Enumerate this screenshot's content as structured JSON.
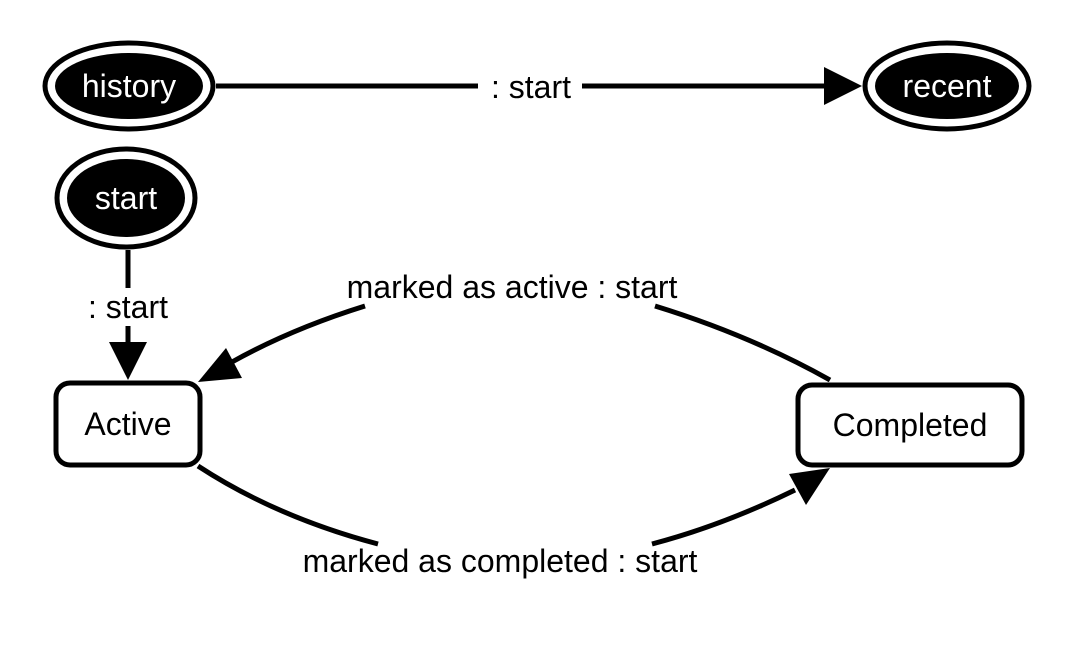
{
  "colors": {
    "stroke": "#000000",
    "pseudo_fill": "#000000",
    "pseudo_text": "#ffffff",
    "state_fill": "#ffffff",
    "state_text": "#000000",
    "background": "#ffffff"
  },
  "nodes": {
    "history": {
      "label": "history",
      "kind": "pseudo-state"
    },
    "recent": {
      "label": "recent",
      "kind": "pseudo-state"
    },
    "start": {
      "label": "start",
      "kind": "pseudo-state"
    },
    "active": {
      "label": "Active",
      "kind": "state"
    },
    "completed": {
      "label": "Completed",
      "kind": "state"
    }
  },
  "edges": {
    "history_to_recent": {
      "from": "history",
      "to": "recent",
      "label": ": start"
    },
    "start_to_active": {
      "from": "start",
      "to": "active",
      "label": ": start"
    },
    "completed_to_active": {
      "from": "completed",
      "to": "active",
      "label": "marked as active : start"
    },
    "active_to_completed": {
      "from": "active",
      "to": "completed",
      "label": "marked as completed : start"
    }
  }
}
